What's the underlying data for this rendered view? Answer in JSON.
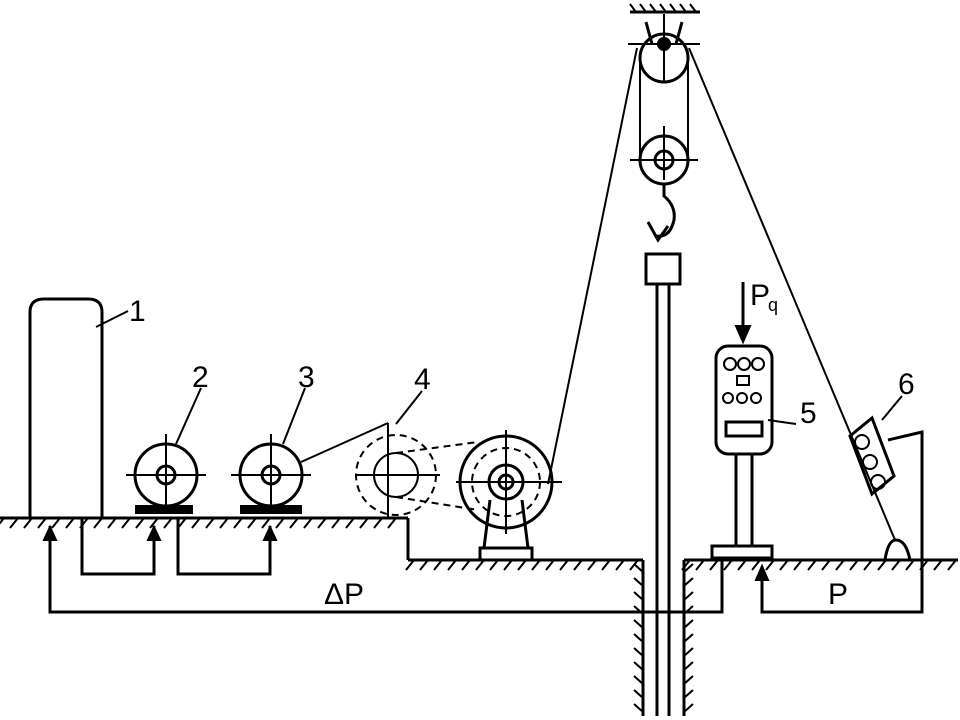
{
  "labels": {
    "tank": "1",
    "pump_a": "2",
    "pump_b": "3",
    "pulley": "4",
    "panel": "5",
    "sensor": "6",
    "load_main": "P",
    "load_sub": "q",
    "delta_p": "ΔP",
    "p": "P"
  }
}
